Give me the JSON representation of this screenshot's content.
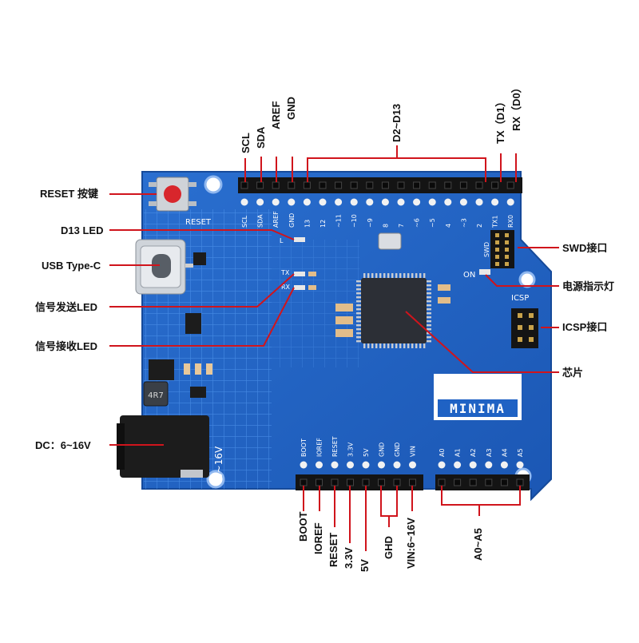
{
  "board": {
    "brand_label": "MINIMA",
    "reset_silk": "RESET",
    "on_silk": "ON",
    "icsp_silk": "ICSP",
    "tx_silk": "TX",
    "rx_silk": "RX",
    "l_silk": "L",
    "swd_silk": "SWD",
    "inductor_marking": "4R7",
    "voltage_silk": "6~16V",
    "top_header_silk": [
      "SCL",
      "SDA",
      "AREF",
      "GND",
      "13",
      "12",
      "~11",
      "~10",
      "~9",
      "8",
      "7",
      "~6",
      "~5",
      "4",
      "~3",
      "2",
      "TX1",
      "RX0"
    ],
    "power_header_silk": [
      "BOOT",
      "IOREF",
      "RESET",
      "3.3V",
      "5V",
      "GND",
      "GND",
      "VIN"
    ],
    "analog_header_silk": [
      "A0",
      "A1",
      "A2",
      "A3",
      "A4",
      "A5"
    ]
  },
  "callouts_left": {
    "reset_button": "RESET 按键",
    "d13_led": "D13 LED",
    "usb_type_c": "USB Type-C",
    "tx_led": "信号发送LED",
    "rx_led": "信号接收LED",
    "dc_jack": "DC：6~16V"
  },
  "callouts_right": {
    "swd": "SWD接口",
    "power_led": "电源指示灯",
    "icsp": "ICSP接口",
    "chip": "芯片"
  },
  "callouts_top": {
    "scl": "SCL",
    "sda": "SDA",
    "aref": "AREF",
    "gnd": "GND",
    "d2_d13": "D2~D13",
    "tx_d1": "TX（D1）",
    "rx_d0": "RX（D0）"
  },
  "callouts_bottom": {
    "boot": "BOOT",
    "ioref": "IOREF",
    "reset": "RESET",
    "v33": "3.3V",
    "v5": "5V",
    "ghd": "GHD",
    "vin": "VIN:6~16V",
    "a0_a5": "A0~A5"
  },
  "colors": {
    "pcb": "#1f62c4",
    "pcb_trace": "#3a86e8",
    "leader": "#d0141c",
    "header": "#141414",
    "chip": "#2c2f36"
  }
}
